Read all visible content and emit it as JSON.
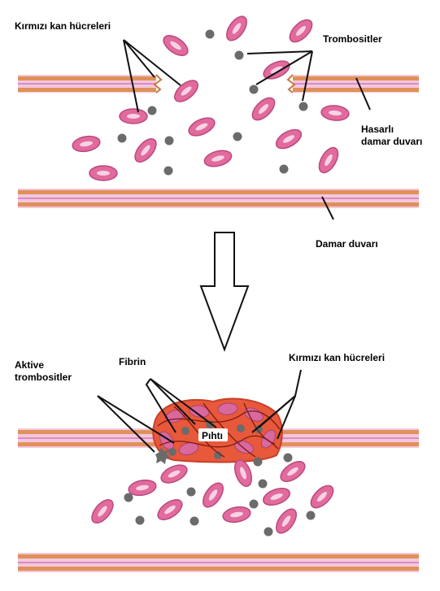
{
  "labels": {
    "rbc_top": "Kırmızı kan hücreleri",
    "platelets_top": "Trombositler",
    "damaged_wall_line1": "Hasarlı",
    "damaged_wall_line2": "damar duvarı",
    "vessel_wall": "Damar duvarı",
    "activated_line1": "Aktive",
    "activated_line2": "trombositler",
    "fibrin": "Fibrin",
    "rbc_bottom": "Kırmızı kan hücreleri",
    "clot": "Pıhtı"
  },
  "colors": {
    "wall_orange": "#e0915a",
    "wall_pink": "#e9a6c9",
    "rbc_fill": "#e26a9c",
    "rbc_rim": "#b84a7e",
    "rbc_highlight": "#f6d2e4",
    "platelet": "#6b6b6b",
    "clot_red": "#e8583a",
    "line": "#111111"
  },
  "icons": {
    "arrow": "down-arrow-icon"
  }
}
